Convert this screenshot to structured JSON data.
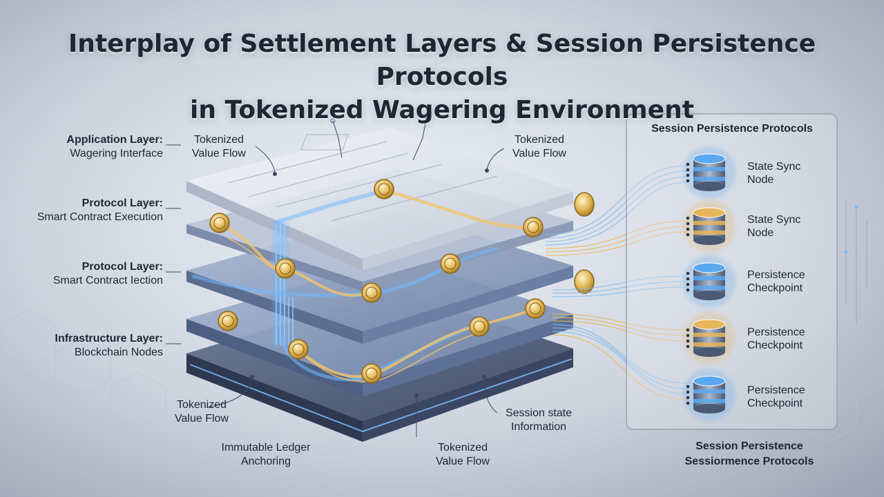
{
  "title": {
    "line1": "Interplay of Settlement Layers & Session Persistence Protocols",
    "line2": "in Tokenized Wagering Environment"
  },
  "layers": [
    {
      "name": "Application Layer:",
      "detail": "Wagering Interface"
    },
    {
      "name": "Protocol Layer:",
      "detail": "Smart Contract Execution"
    },
    {
      "name": "Protocol Layer:",
      "detail": "Smart Contract Iection"
    },
    {
      "name": "Infrastructure Layer:",
      "detail": "Blockchain Nodes"
    }
  ],
  "annotations": {
    "flow_top_left": [
      "Tokenized",
      "Value Flow"
    ],
    "flow_top_right": [
      "Tokenized",
      "Value Flow"
    ],
    "flow_bottom_left": [
      "Tokenized",
      "Value Flow"
    ],
    "flow_bottom_center": [
      "Tokenized",
      "Value Flow"
    ],
    "ledger": [
      "Immutable Ledger",
      "Anchoring"
    ],
    "session_state": [
      "Session state",
      "Information"
    ]
  },
  "panel": {
    "title": "Session Persistence Protocols",
    "nodes": [
      {
        "line1": "State Sync",
        "line2": "Node",
        "color": "#5aa8f0"
      },
      {
        "line1": "State Sync",
        "line2": "Node",
        "color": "#e8b55a"
      },
      {
        "line1": "Persistence",
        "line2": "Checkpoint",
        "color": "#5aa8f0"
      },
      {
        "line1": "Persistence",
        "line2": "Checkpoint",
        "color": "#e8b55a"
      },
      {
        "line1": "Persistence",
        "line2": "Checkpoint",
        "color": "#5aa8f0"
      }
    ]
  },
  "bottom_caption": [
    "Session Persistence",
    "Sessiormence Protocols"
  ],
  "colors": {
    "blue_flow": "#6fb8ff",
    "gold_flow": "#f2c46a",
    "coin": "#e0b24f"
  }
}
